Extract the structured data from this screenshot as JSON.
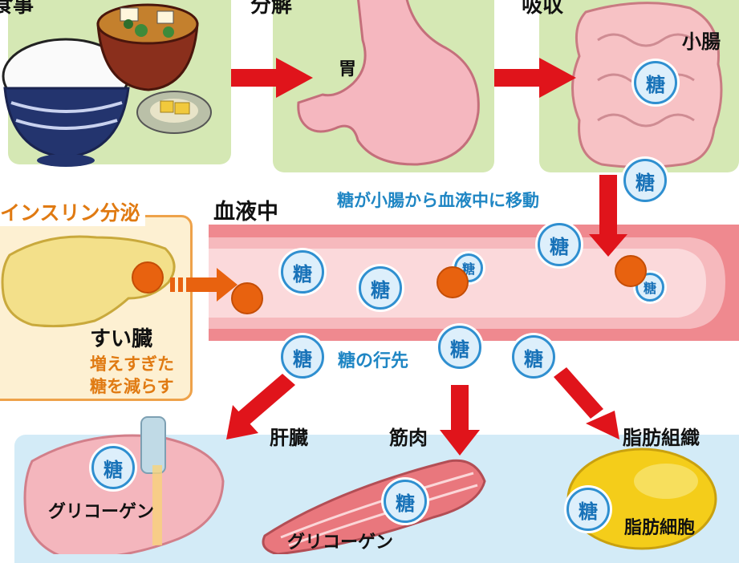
{
  "top": {
    "meal": {
      "title": "食事"
    },
    "digestion": {
      "title": "分解",
      "organ": "胃"
    },
    "absorption": {
      "title": "吸収",
      "organ": "小腸"
    }
  },
  "flow_label": "糖が小腸から血液中に移動",
  "blood": {
    "title": "血液中"
  },
  "pancreas": {
    "title": "インスリン分泌",
    "organ": "すい臓",
    "note_line1": "増えすぎた",
    "note_line2": "糖を減らす"
  },
  "destination_label": "糖の行先",
  "targets": {
    "liver": {
      "title": "肝臓",
      "stored": "グリコーゲン"
    },
    "muscle": {
      "title": "筋肉",
      "stored": "グリコーゲン"
    },
    "fat": {
      "title": "脂肪組織",
      "stored": "脂肪細胞"
    }
  },
  "sugar_char": "糖",
  "colors": {
    "panel_green": "#d5e8b4",
    "panel_blue": "#d3ebf7",
    "arrow_red": "#e0141b",
    "sugar_blue": "#2f8fd0",
    "insulin_orange": "#e8620f",
    "vessel_pink": "#f6b9bd"
  }
}
